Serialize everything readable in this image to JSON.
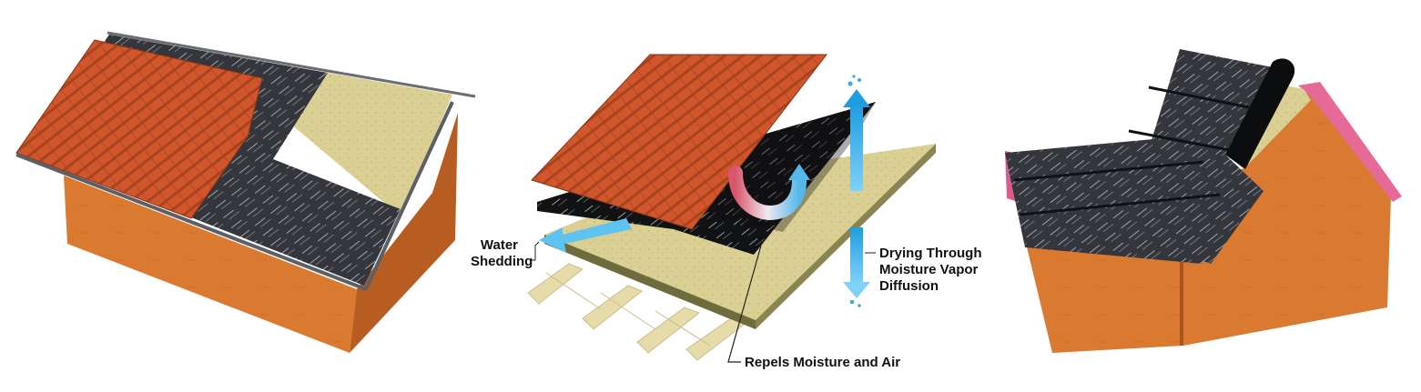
{
  "panels": [
    {
      "name": "roof-house-left",
      "layers": [
        "clay-tile",
        "underlayment",
        "roof-deck",
        "wall-sheathing"
      ]
    },
    {
      "name": "roof-section-middle",
      "layers": [
        "clay-tile",
        "underlayment",
        "roof-deck",
        "trusses"
      ]
    },
    {
      "name": "house-right",
      "layers": [
        "underlayment",
        "roof-deck",
        "wall-sheathing"
      ]
    }
  ],
  "callouts": {
    "water": {
      "line1": "Water",
      "line2": "Shedding"
    },
    "drying": {
      "line1": "Drying Through",
      "line2": "Moisture Vapor",
      "line3": "Diffusion"
    },
    "repels": "Repels Moisture and Air"
  },
  "colors": {
    "tile": "#d2562c",
    "tile_dark": "#9c3a1a",
    "underlayment": "#2f3034",
    "underlayment_black": "#101113",
    "deck": "#d9cf95",
    "wall": "#d9782f",
    "wall_dark": "#b95f22",
    "pink": "#e66a98",
    "arrow_blue": "#33aee6",
    "arrow_red": "#d96b78",
    "truss": "#e6dcaa"
  }
}
